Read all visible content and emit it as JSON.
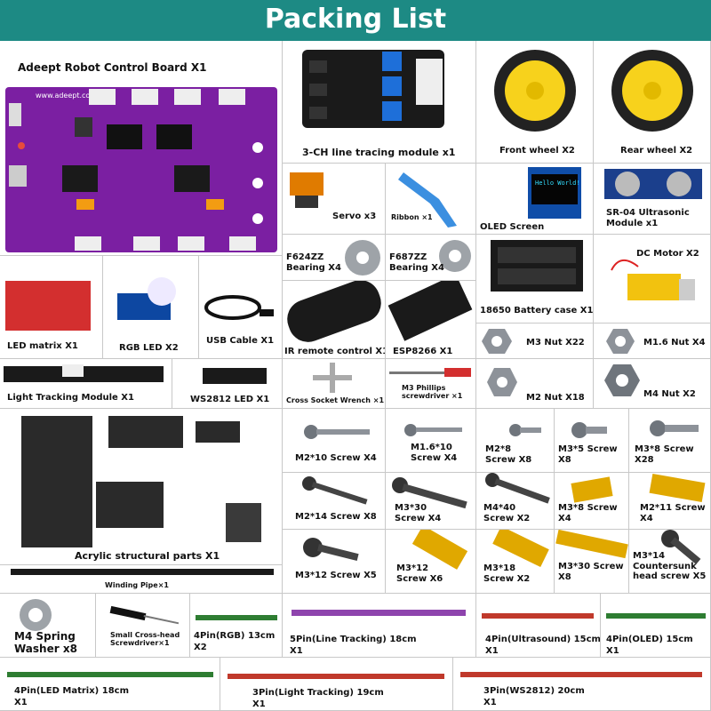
{
  "title": "Packing List",
  "items": {
    "control_board": "Adeept Robot Control Board X1",
    "board_text": "www.adeept.com",
    "line_tracking": "3-CH line tracing module  x1",
    "front_wheel": "Front wheel  X2",
    "rear_wheel": "Rear wheel  X2",
    "servo": "Servo x3",
    "ribbon": "Ribbon ×1",
    "oled": "OLED Screen",
    "oled_text": "Hello World!",
    "ultrasonic": "SR-04 Ultrasonic Module x1",
    "bearing_f624": "F624ZZ Bearing X4",
    "bearing_f687": "F687ZZ Bearing X4",
    "battery_case": "18650 Battery case X1",
    "dc_motor": "DC Motor X2",
    "led_matrix": "LED matrix  X1",
    "rgb_led": "RGB LED  X2",
    "usb_cable": "USB Cable  X1",
    "ir_remote": "IR remote control  X1",
    "esp8266": "ESP8266  X1",
    "m3_nut": "M3 Nut  X22",
    "m16_nut": "M1.6 Nut X4",
    "light_tracking": "Light Tracking Module  X1",
    "ws2812_led": "WS2812 LED  X1",
    "cross_wrench": "Cross Socket Wrench ×1",
    "phillips": "M3 Phillips screwdriver  ×1",
    "m2_nut": "M2 Nut  X18",
    "m4_nut": "M4 Nut X2",
    "acrylic": "Acrylic structural parts X1",
    "winding_pipe": "Winding Pipe×1",
    "m2x10": "M2*10 Screw X4",
    "m16x10": "M1.6*10 Screw X4",
    "m2x8": "M2*8 Screw X8",
    "m3x5": "M3*5 Screw X8",
    "m3x8": "M3*8 Screw X28",
    "m2x14": "M2*14 Screw X8",
    "m3x30": "M3*30 Screw X4",
    "m4x40": "M4*40 Screw X2",
    "m3x8_standoff": "M3*8 Screw X4",
    "m2x11": "M2*11 Screw X4",
    "m3x12": "M3*12 Screw X5",
    "m3x12_standoff": "M3*12 Screw X6",
    "m3x18_standoff": "M3*18 Screw X2",
    "m3x30_standoff": "M3*30 Screw X8",
    "m3x14_csk": "M3*14 Countersunk head screw X5",
    "m4_washer": "M4 Spring Washer x8",
    "small_screwdriver": "Small Cross-head Screwdriver×1",
    "cable_rgb": "4Pin(RGB)  13cm",
    "cable_rgb_qty": "X2",
    "cable_line": "5Pin(Line Tracking)  18cm",
    "cable_line_qty": "X1",
    "cable_ultra": "4Pin(Ultrasound)  15cm",
    "cable_ultra_qty": "X1",
    "cable_oled": "4Pin(OLED)  15cm",
    "cable_oled_qty": "X1",
    "cable_matrix": "4Pin(LED Matrix)  18cm",
    "cable_matrix_qty": "X1",
    "cable_light": "3Pin(Light Tracking)  19cm",
    "cable_light_qty": "X1",
    "cable_ws": "3Pin(WS2812)  20cm",
    "cable_ws_qty": "X1"
  },
  "colors": {
    "header": "#1d8a84",
    "board": "#7b1fa2",
    "wheel": "#f7d21c",
    "tyre": "#222222",
    "brass": "#e0a800",
    "metal": "#8d9299"
  }
}
